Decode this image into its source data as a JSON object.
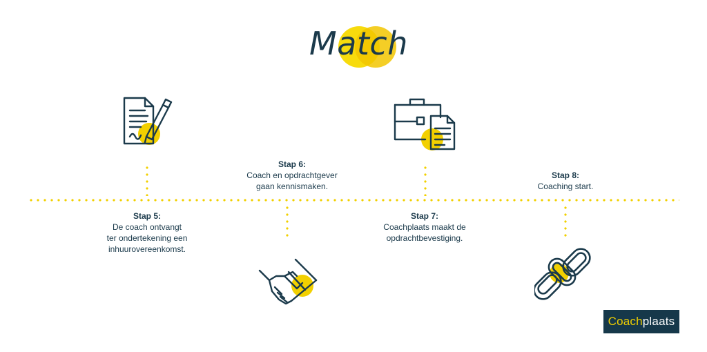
{
  "title": "Match",
  "colors": {
    "accent": "#f2d000",
    "primary": "#1b3a4b",
    "brand_bg": "#16384a"
  },
  "steps": [
    {
      "title": "Stap 5:",
      "text": "De coach ontvangt\nter ondertekening een\ninhuurovereenkomst.",
      "icon": "contract-signing-icon"
    },
    {
      "title": "Stap 6:",
      "text": "Coach en opdrachtgever\ngaan kennismaken.",
      "icon": "handshake-icon"
    },
    {
      "title": "Stap 7:",
      "text": "Coachplaats maakt de\nopdrachtbevestiging.",
      "icon": "briefcase-document-icon"
    },
    {
      "title": "Stap 8:",
      "text": "Coaching start.",
      "icon": "chain-link-icon"
    }
  ],
  "brand": {
    "part1": "Coach",
    "part2": "plaats"
  }
}
